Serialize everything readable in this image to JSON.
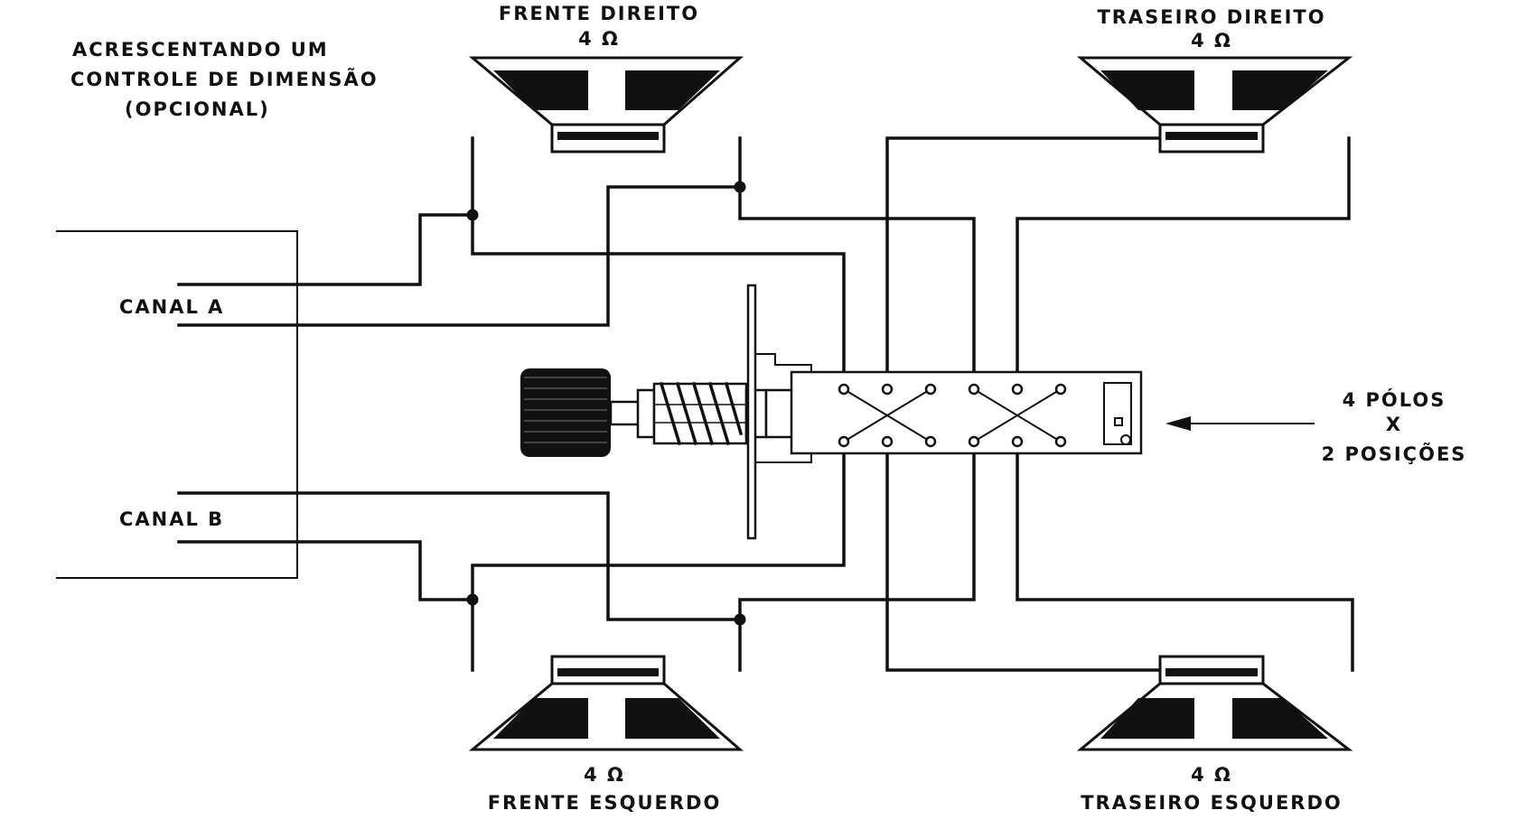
{
  "diagram": {
    "title_lines": [
      "ACRESCENTANDO UM",
      "CONTROLE DE DIMENSÃO",
      "(OPCIONAL)"
    ],
    "channels": {
      "a": "CANAL A",
      "b": "CANAL B"
    },
    "speakers": {
      "front_right": {
        "name": "FRENTE DIREITO",
        "impedance": "4 Ω"
      },
      "rear_right": {
        "name": "TRASEIRO DIREITO",
        "impedance": "4 Ω"
      },
      "front_left": {
        "name": "FRENTE ESQUERDO",
        "impedance": "4 Ω"
      },
      "rear_left": {
        "name": "TRASEIRO ESQUERDO",
        "impedance": "4 Ω"
      }
    },
    "switch_label": [
      "4 PÓLOS",
      "X",
      "2 POSIÇÕES"
    ]
  }
}
